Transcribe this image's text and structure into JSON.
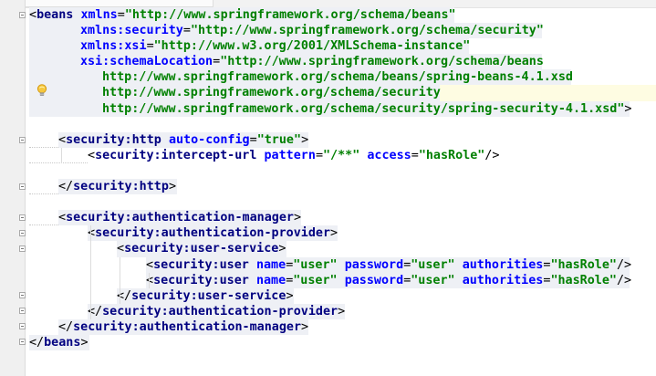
{
  "editor": {
    "language": "XML",
    "icons": {
      "bulb": "lightbulb-icon",
      "fold": "fold-marker-icon"
    },
    "colors": {
      "tag": "#000080",
      "attribute": "#0000ff",
      "value": "#008000",
      "highlight": "#eef0f5",
      "caret_line": "#fefce2"
    },
    "lines": [
      {
        "tokens": [
          [
            "p",
            "<"
          ],
          [
            "t",
            "beans"
          ],
          [
            "p",
            " "
          ],
          [
            "a",
            "xmlns"
          ],
          [
            "p",
            "="
          ],
          [
            "v",
            "\"http://www.springframework.org/schema/beans\""
          ]
        ]
      },
      {
        "tokens": [
          [
            "a",
            "xmlns:security"
          ],
          [
            "p",
            "="
          ],
          [
            "v",
            "\"http://www.springframework.org/schema/security\""
          ]
        ]
      },
      {
        "tokens": [
          [
            "a",
            "xmlns:xsi"
          ],
          [
            "p",
            "="
          ],
          [
            "v",
            "\"http://www.w3.org/2001/XMLSchema-instance\""
          ]
        ]
      },
      {
        "tokens": [
          [
            "a",
            "xsi:schemaLocation"
          ],
          [
            "p",
            "="
          ],
          [
            "v",
            "\"http://www.springframework.org/schema/beans"
          ]
        ]
      },
      {
        "tokens": [
          [
            "v",
            "http://www.springframework.org/schema/beans/spring-beans-4.1.xsd"
          ]
        ]
      },
      {
        "tokens": [
          [
            "v",
            "http://www.springframework.org/schema/security"
          ]
        ]
      },
      {
        "tokens": [
          [
            "v",
            "http://www.springframework.org/schema/security/spring-security-4.1.xsd\""
          ],
          [
            "p",
            ">"
          ]
        ]
      },
      {
        "tokens": []
      },
      {
        "tokens": [
          [
            "p",
            "<"
          ],
          [
            "t",
            "security:http"
          ],
          [
            "p",
            " "
          ],
          [
            "a",
            "auto-config"
          ],
          [
            "p",
            "="
          ],
          [
            "v",
            "\"true\""
          ],
          [
            "p",
            ">"
          ]
        ]
      },
      {
        "tokens": [
          [
            "p",
            "<"
          ],
          [
            "t",
            "security:intercept-url"
          ],
          [
            "p",
            " "
          ],
          [
            "a",
            "pattern"
          ],
          [
            "p",
            "="
          ],
          [
            "v",
            "\"/**\""
          ],
          [
            "p",
            " "
          ],
          [
            "a",
            "access"
          ],
          [
            "p",
            "="
          ],
          [
            "v",
            "\"hasRole\""
          ],
          [
            "p",
            "/>"
          ]
        ]
      },
      {
        "tokens": []
      },
      {
        "tokens": [
          [
            "p",
            "</"
          ],
          [
            "t",
            "security:http"
          ],
          [
            "p",
            ">"
          ]
        ]
      },
      {
        "tokens": []
      },
      {
        "tokens": [
          [
            "p",
            "<"
          ],
          [
            "t",
            "security:authentication-manager"
          ],
          [
            "p",
            ">"
          ]
        ]
      },
      {
        "tokens": [
          [
            "p",
            "<"
          ],
          [
            "t",
            "security:authentication-provider"
          ],
          [
            "p",
            ">"
          ]
        ]
      },
      {
        "tokens": [
          [
            "p",
            "<"
          ],
          [
            "t",
            "security:user-service"
          ],
          [
            "p",
            ">"
          ]
        ]
      },
      {
        "tokens": [
          [
            "p",
            "<"
          ],
          [
            "t",
            "security:user"
          ],
          [
            "p",
            " "
          ],
          [
            "a",
            "name"
          ],
          [
            "p",
            "="
          ],
          [
            "v",
            "\"user\""
          ],
          [
            "p",
            " "
          ],
          [
            "a",
            "password"
          ],
          [
            "p",
            "="
          ],
          [
            "v",
            "\"user\""
          ],
          [
            "p",
            " "
          ],
          [
            "a",
            "authorities"
          ],
          [
            "p",
            "="
          ],
          [
            "v",
            "\"hasRole\""
          ],
          [
            "p",
            "/>"
          ]
        ]
      },
      {
        "tokens": [
          [
            "p",
            "<"
          ],
          [
            "t",
            "security:user"
          ],
          [
            "p",
            " "
          ],
          [
            "a",
            "name"
          ],
          [
            "p",
            "="
          ],
          [
            "v",
            "\"user\""
          ],
          [
            "p",
            " "
          ],
          [
            "a",
            "password"
          ],
          [
            "p",
            "="
          ],
          [
            "v",
            "\"user\""
          ],
          [
            "p",
            " "
          ],
          [
            "a",
            "authorities"
          ],
          [
            "p",
            "="
          ],
          [
            "v",
            "\"hasRole\""
          ],
          [
            "p",
            "/>"
          ]
        ]
      },
      {
        "tokens": [
          [
            "p",
            "</"
          ],
          [
            "t",
            "security:user-service"
          ],
          [
            "p",
            ">"
          ]
        ]
      },
      {
        "tokens": [
          [
            "p",
            "</"
          ],
          [
            "t",
            "security:authentication-provider"
          ],
          [
            "p",
            ">"
          ]
        ]
      },
      {
        "tokens": [
          [
            "p",
            "</"
          ],
          [
            "t",
            "security:authentication-manager"
          ],
          [
            "p",
            ">"
          ]
        ]
      },
      {
        "tokens": [
          [
            "p",
            "</"
          ],
          [
            "t",
            "beans"
          ],
          [
            "p",
            ">"
          ]
        ]
      }
    ]
  }
}
